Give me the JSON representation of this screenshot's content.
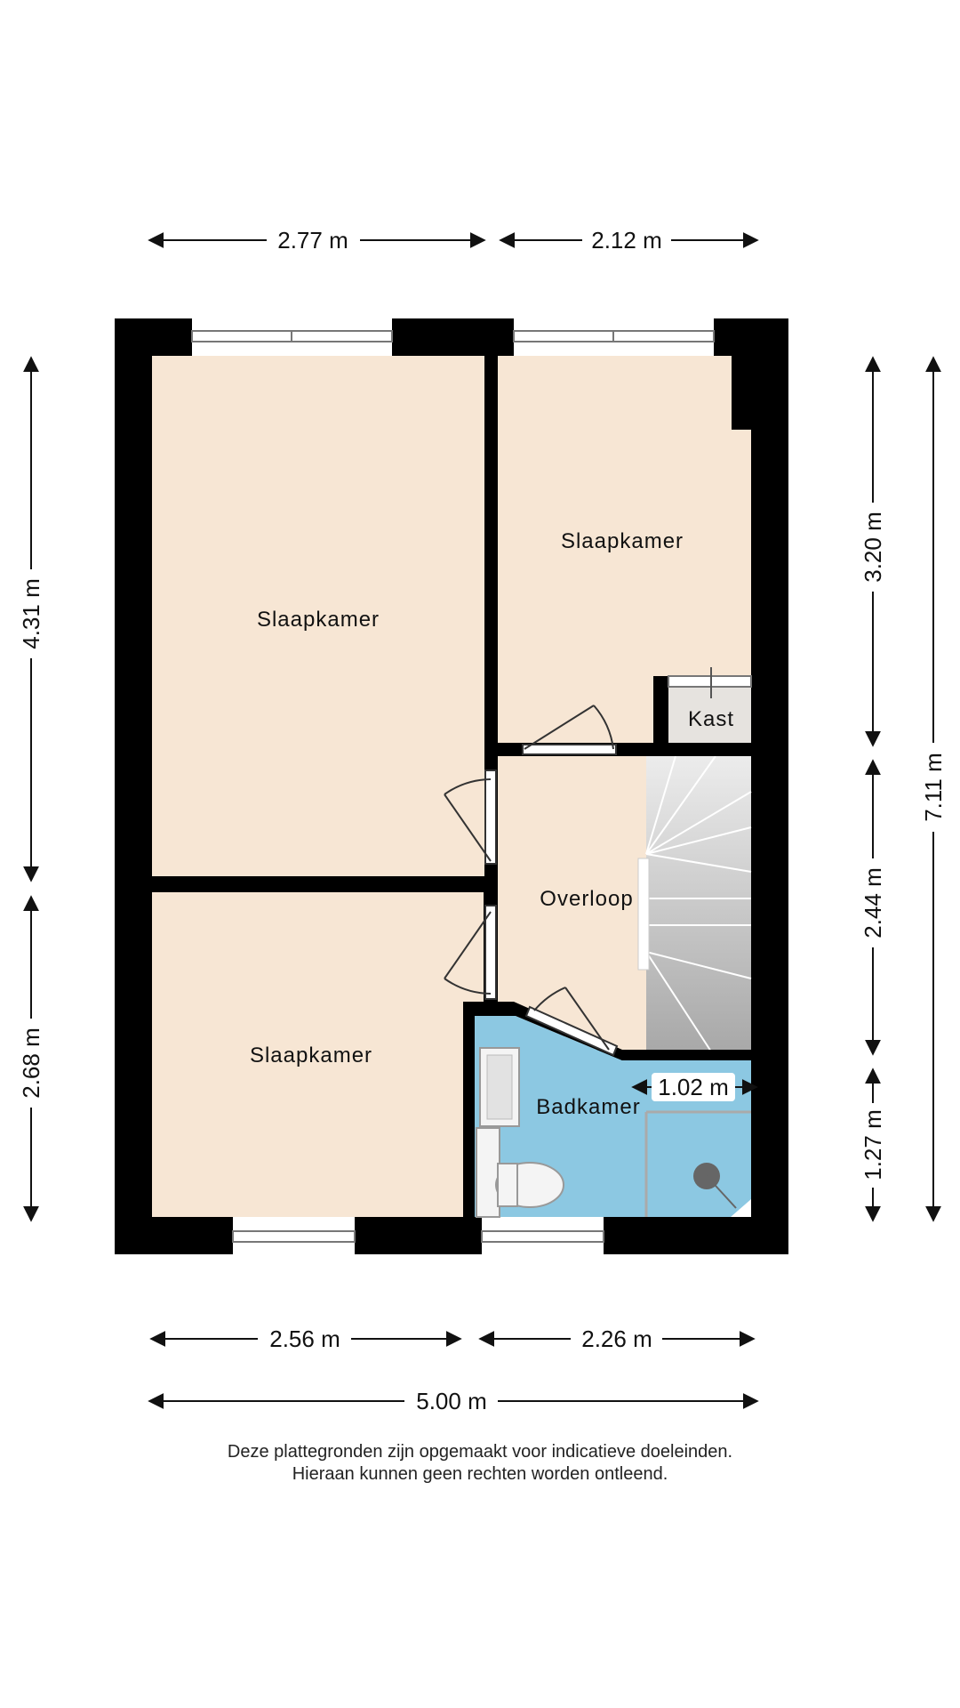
{
  "rooms": {
    "bedroom_large": "Slaapkamer",
    "bedroom_small": "Slaapkamer",
    "bedroom_bottom": "Slaapkamer",
    "closet": "Kast",
    "landing": "Overloop",
    "bathroom": "Badkamer"
  },
  "dimensions": {
    "top_left": "2.77 m",
    "top_right": "2.12 m",
    "left_upper": "4.31 m",
    "left_lower": "2.68 m",
    "right_upper": "3.20 m",
    "right_middle": "2.44 m",
    "right_lower": "1.27 m",
    "right_total": "7.11 m",
    "bathroom_width": "1.02 m",
    "bottom_left": "2.56 m",
    "bottom_right": "2.26 m",
    "bottom_total": "5.00 m"
  },
  "disclaimer": {
    "line1": "Deze plattegronden zijn opgemaakt voor indicatieve doeleinden.",
    "line2": "Hieraan kunnen geen rechten worden ontleend."
  },
  "colors": {
    "wall": "#000000",
    "floor": "#f7e6d4",
    "bathroom": "#8cc8e2",
    "closet": "#e6e3df",
    "stairs": "#c9c9c9"
  }
}
